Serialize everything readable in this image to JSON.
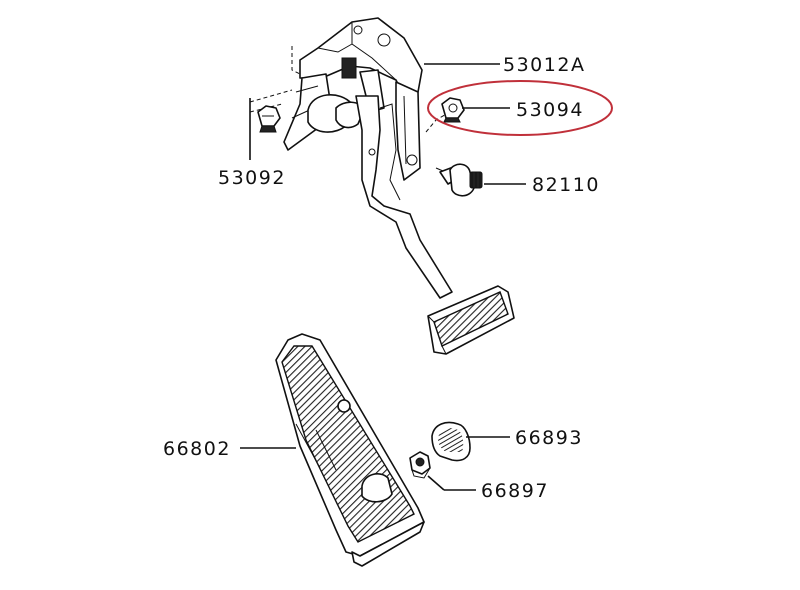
{
  "parts": {
    "p53012A": {
      "label": "53012A"
    },
    "p53094": {
      "label": "53094"
    },
    "p53092": {
      "label": "53092"
    },
    "p82110": {
      "label": "82110"
    },
    "p66802": {
      "label": "66802"
    },
    "p66893": {
      "label": "66893"
    },
    "p66897": {
      "label": "66897"
    }
  },
  "highlight": {
    "color": "#c0303a",
    "target": "53094"
  }
}
